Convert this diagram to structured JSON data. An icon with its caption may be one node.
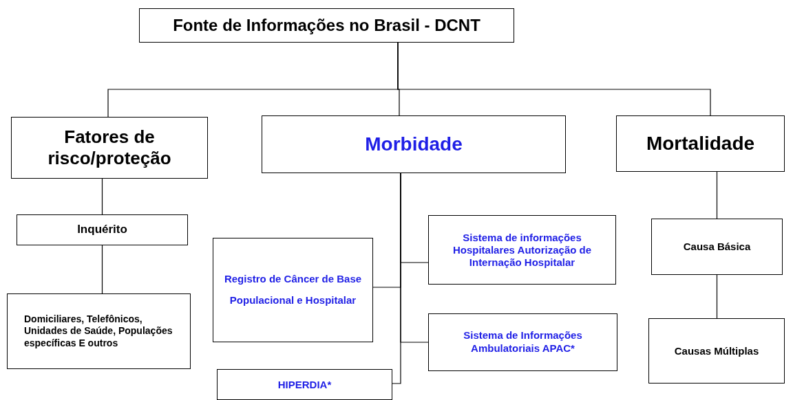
{
  "diagram": {
    "nodes": [
      {
        "text": [
          "Fonte de Informações no Brasil - DCNT"
        ]
      },
      {
        "text": [
          "Fatores de risco/proteção"
        ]
      },
      {
        "text": [
          "Morbidade"
        ]
      },
      {
        "text": [
          "Mortalidade"
        ]
      },
      {
        "text": [
          "Inquérito"
        ]
      },
      {
        "text": [
          "Domiciliares, Telefônicos, Unidades de Saúde, Populações específicas E outros"
        ]
      },
      {
        "text": [
          "Sistema de informações Hospitalares Autorização de Internação Hospitalar"
        ]
      },
      {
        "text": [
          "Registro de Câncer de Base Populacional e Hospitalar"
        ]
      },
      {
        "text": [
          "Sistema de Informações Ambulatoriais APAC*"
        ]
      },
      {
        "text": [
          "HIPERDIA*"
        ]
      },
      {
        "text": [
          "Causa Básica"
        ]
      },
      {
        "text": [
          "Causas Múltiplas"
        ]
      }
    ],
    "edges": [
      {
        "from": 0,
        "to": 1,
        "arrow": "none"
      },
      {
        "from": 0,
        "to": 2,
        "arrow": "none"
      },
      {
        "from": 0,
        "to": 3,
        "arrow": "none"
      },
      {
        "from": 1,
        "to": 4,
        "arrow": "none"
      },
      {
        "from": 4,
        "to": 5,
        "arrow": "none"
      },
      {
        "from": 2,
        "to": 6,
        "arrow": "none"
      },
      {
        "from": 2,
        "to": 7,
        "arrow": "none"
      },
      {
        "from": 2,
        "to": 8,
        "arrow": "none"
      },
      {
        "from": 2,
        "to": 9,
        "arrow": "none"
      },
      {
        "from": 3,
        "to": 10,
        "arrow": "none"
      },
      {
        "from": 10,
        "to": 11,
        "arrow": "none"
      }
    ]
  }
}
